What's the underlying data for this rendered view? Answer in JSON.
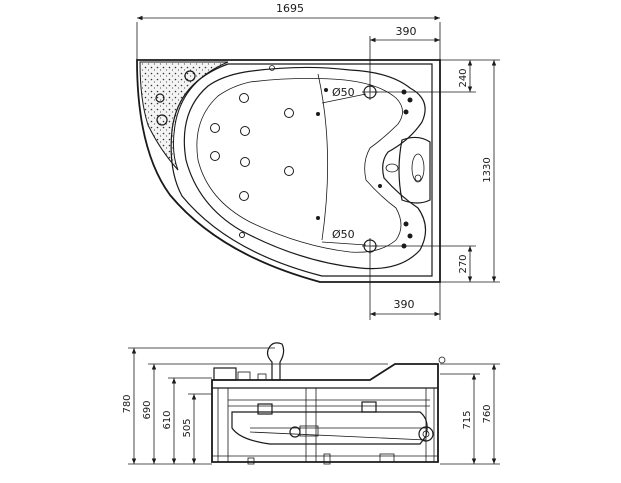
{
  "top_view": {
    "overall_width": "1695",
    "outlet_offset_top": "390",
    "outlet_offset_bottom": "390",
    "side_depth": "1330",
    "upper_gap": "240",
    "lower_gap": "270",
    "drain_diameter_upper": "Ø50",
    "drain_diameter_lower": "Ø50"
  },
  "side_view": {
    "total_height": "780",
    "rim_height": "690",
    "apron_height": "610",
    "floor_height": "505",
    "inner_height": "715",
    "outer_height": "760"
  }
}
